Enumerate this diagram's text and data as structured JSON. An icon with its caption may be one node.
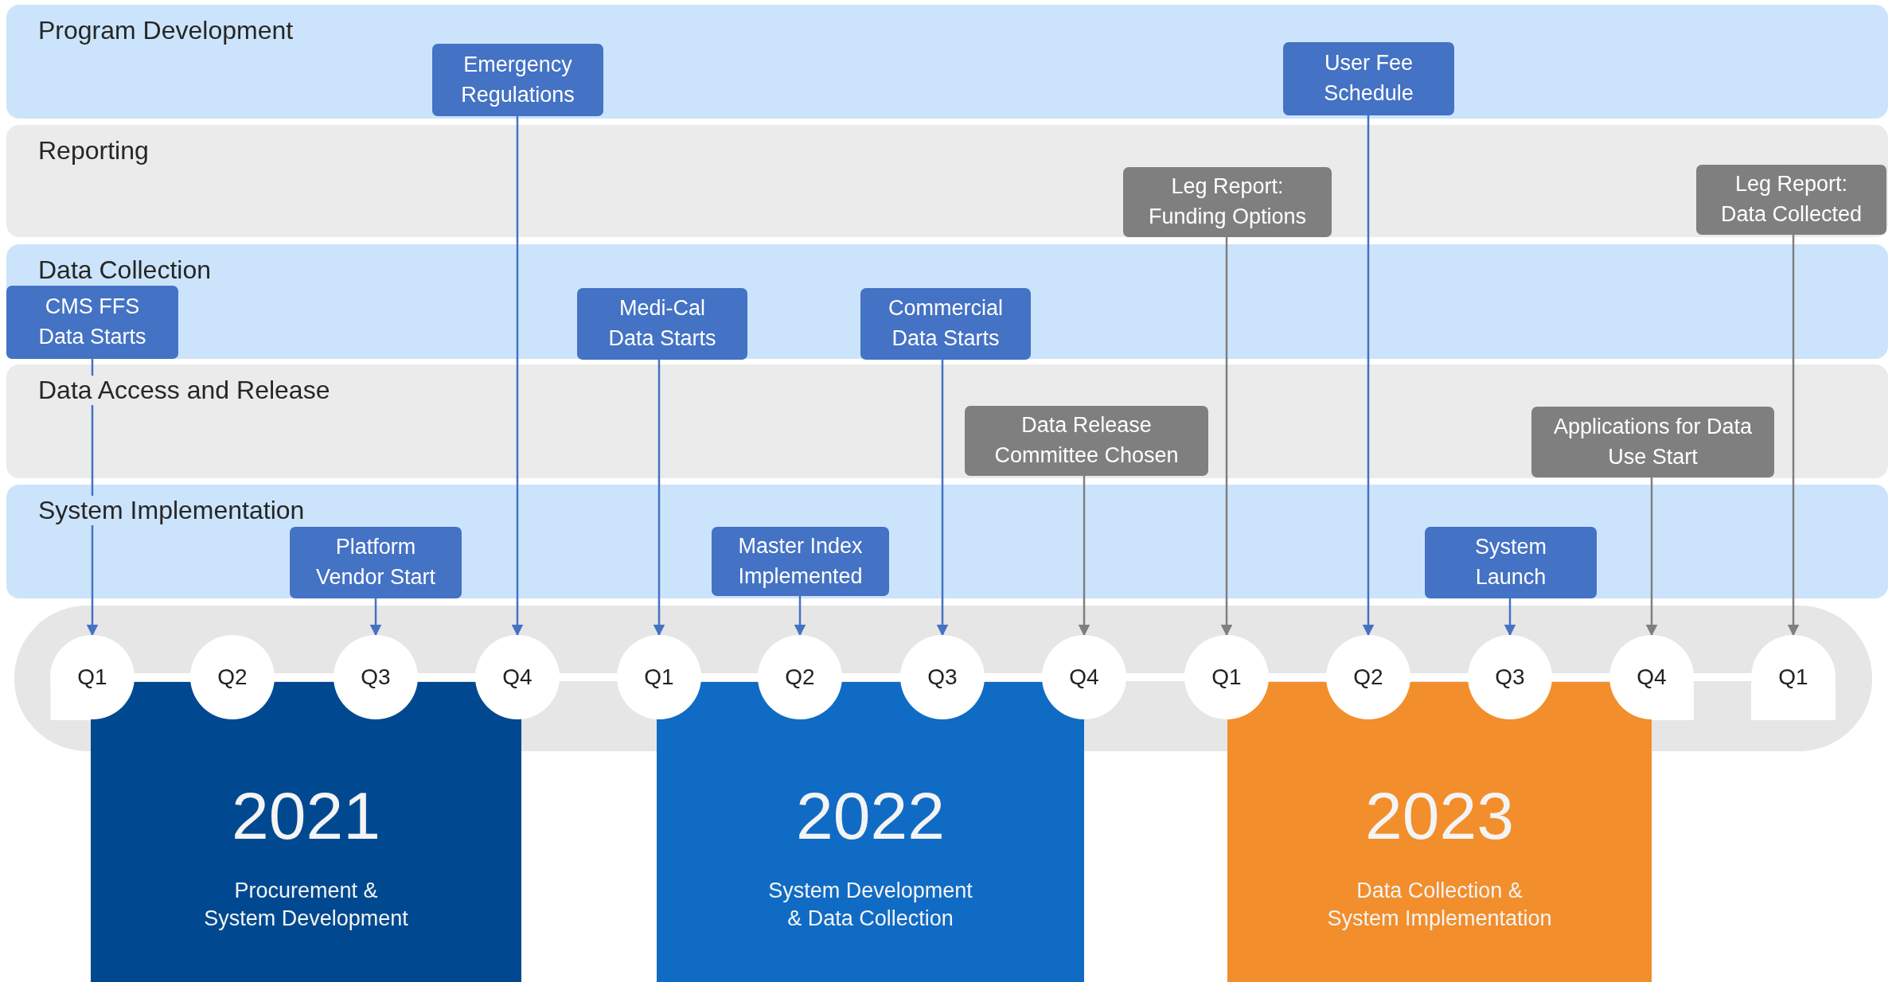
{
  "diagram": {
    "nodes": [
      {
        "text": [
          "Program Development"
        ]
      },
      {
        "text": [
          "Emergency Regulations"
        ],
        "in": 0
      },
      {
        "text": [
          "User Fee Schedule"
        ],
        "in": 0
      },
      {
        "text": [
          "Reporting"
        ]
      },
      {
        "text": [
          "Leg Report: Funding Options"
        ],
        "in": 3
      },
      {
        "text": [
          "Leg Report: Data Collected"
        ],
        "in": 3
      },
      {
        "text": [
          "Data Collection"
        ]
      },
      {
        "text": [
          "CMS FFS Data Starts"
        ],
        "in": 6
      },
      {
        "text": [
          "Medi-Cal Data Starts"
        ],
        "in": 6
      },
      {
        "text": [
          "Commercial Data Starts"
        ],
        "in": 6
      },
      {
        "text": [
          "Data Access and Release"
        ]
      },
      {
        "text": [
          "Data Release Committee Chosen"
        ],
        "in": 10
      },
      {
        "text": [
          "Applications for Data Use Start"
        ],
        "in": 10
      },
      {
        "text": [
          "System Implementation"
        ]
      },
      {
        "text": [
          "Platform Vendor Start"
        ],
        "in": 13
      },
      {
        "text": [
          "Master Index Implemented"
        ],
        "in": 13
      },
      {
        "text": [
          "System Launch"
        ],
        "in": 13
      },
      {
        "text": [
          "Q1"
        ]
      },
      {
        "text": [
          "Q2"
        ]
      },
      {
        "text": [
          "Q3"
        ]
      },
      {
        "text": [
          "Q4"
        ]
      },
      {
        "text": [
          "Q1"
        ]
      },
      {
        "text": [
          "Q2"
        ]
      },
      {
        "text": [
          "Q3"
        ]
      },
      {
        "text": [
          "Q4"
        ]
      },
      {
        "text": [
          "Q1"
        ]
      },
      {
        "text": [
          "Q2"
        ]
      },
      {
        "text": [
          "Q3"
        ]
      },
      {
        "text": [
          "Q4"
        ]
      },
      {
        "text": [
          "Q1"
        ]
      },
      {
        "text": [
          "2021",
          "Procurement & System Development"
        ]
      },
      {
        "text": [
          "2022",
          "System Development & Data Collection"
        ]
      },
      {
        "text": [
          "2023",
          "Data Collection & System Implementation"
        ]
      }
    ],
    "edges": [
      {
        "from": 1,
        "to": 20,
        "arrow": "to"
      },
      {
        "from": 2,
        "to": 26,
        "arrow": "to"
      },
      {
        "from": 4,
        "to": 25,
        "arrow": "to",
        "color": "#7f7f7f"
      },
      {
        "from": 5,
        "to": 29,
        "arrow": "to",
        "color": "#7f7f7f"
      },
      {
        "from": 7,
        "to": 17,
        "arrow": "to"
      },
      {
        "from": 8,
        "to": 21,
        "arrow": "to"
      },
      {
        "from": 9,
        "to": 23,
        "arrow": "to"
      },
      {
        "from": 11,
        "to": 24,
        "arrow": "to",
        "color": "#7f7f7f"
      },
      {
        "from": 12,
        "to": 28,
        "arrow": "to",
        "color": "#7f7f7f"
      },
      {
        "from": 14,
        "to": 19,
        "arrow": "to"
      },
      {
        "from": 15,
        "to": 22,
        "arrow": "to"
      },
      {
        "from": 16,
        "to": 27,
        "arrow": "to"
      }
    ]
  }
}
